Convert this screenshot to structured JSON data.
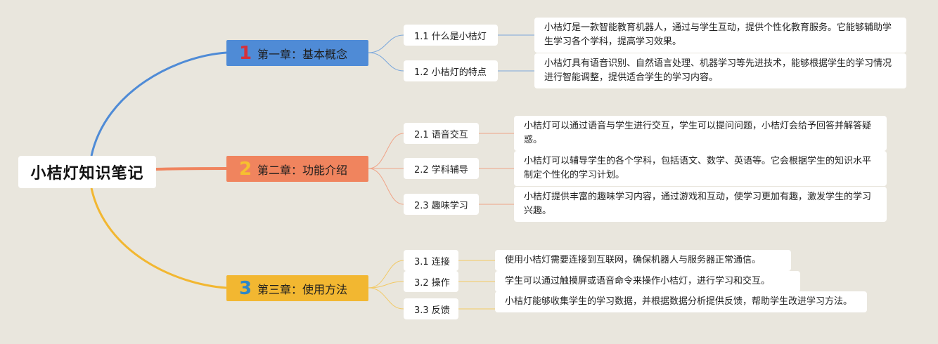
{
  "root": {
    "title": "小桔灯知识笔记"
  },
  "colors": {
    "chapter1": "#4f8bd6",
    "chapter2": "#f0845e",
    "chapter3": "#f2b731",
    "num1": "#d6313b",
    "num2": "#f6c02f",
    "num3": "#2e87c8"
  },
  "chapters": [
    {
      "number": "1",
      "title": "第一章：基本概念",
      "sections": [
        {
          "label": "1.1 什么是小桔灯",
          "desc": "小桔灯是一款智能教育机器人，通过与学生互动，提供个性化教育服务。它能够辅助学生学习各个学科，提高学习效果。"
        },
        {
          "label": "1.2 小桔灯的特点",
          "desc": "小桔灯具有语音识别、自然语言处理、机器学习等先进技术，能够根据学生的学习情况进行智能调整，提供适合学生的学习内容。"
        }
      ]
    },
    {
      "number": "2",
      "title": "第二章：功能介绍",
      "sections": [
        {
          "label": "2.1 语音交互",
          "desc": "小桔灯可以通过语音与学生进行交互，学生可以提问问题，小桔灯会给予回答并解答疑惑。"
        },
        {
          "label": "2.2 学科辅导",
          "desc": "小桔灯可以辅导学生的各个学科，包括语文、数学、英语等。它会根据学生的知识水平制定个性化的学习计划。"
        },
        {
          "label": "2.3 趣味学习",
          "desc": "小桔灯提供丰富的趣味学习内容，通过游戏和互动，使学习更加有趣，激发学生的学习兴趣。"
        }
      ]
    },
    {
      "number": "3",
      "title": "第三章：使用方法",
      "sections": [
        {
          "label": "3.1 连接",
          "desc": "使用小桔灯需要连接到互联网，确保机器人与服务器正常通信。"
        },
        {
          "label": "3.2 操作",
          "desc": "学生可以通过触摸屏或语音命令来操作小桔灯，进行学习和交互。"
        },
        {
          "label": "3.3 反馈",
          "desc": "小桔灯能够收集学生的学习数据，并根据数据分析提供反馈，帮助学生改进学习方法。"
        }
      ]
    }
  ]
}
